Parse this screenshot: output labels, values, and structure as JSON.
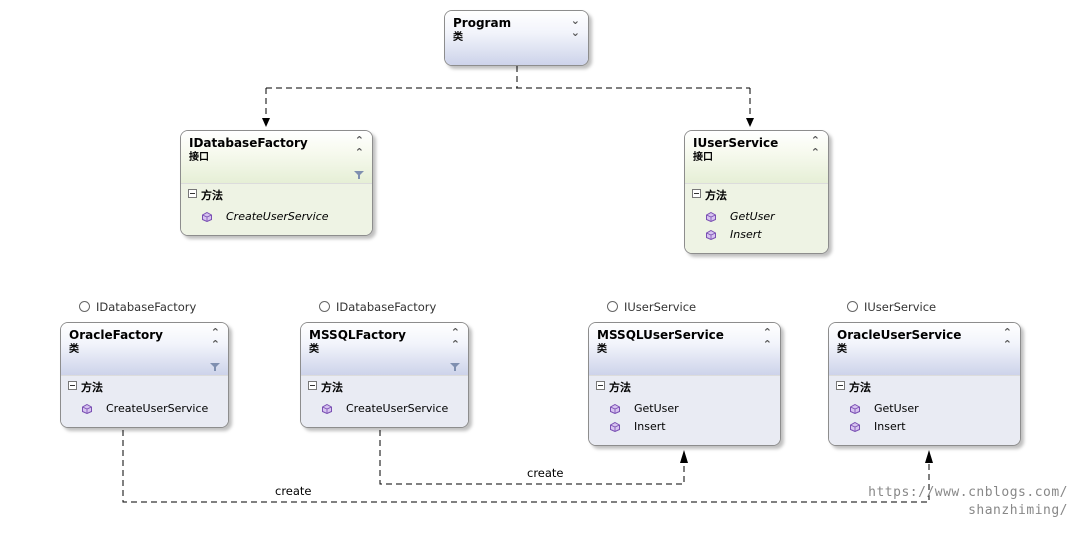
{
  "program": {
    "name": "Program",
    "stereotype": "类"
  },
  "idatabase_factory": {
    "name": "IDatabaseFactory",
    "stereotype": "接口",
    "section": "方法",
    "methods": [
      "CreateUserService"
    ]
  },
  "iuser_service": {
    "name": "IUserService",
    "stereotype": "接口",
    "section": "方法",
    "methods": [
      "GetUser",
      "Insert"
    ]
  },
  "oracle_factory": {
    "name": "OracleFactory",
    "stereotype": "类",
    "implements": "IDatabaseFactory",
    "section": "方法",
    "methods": [
      "CreateUserService"
    ]
  },
  "mssql_factory": {
    "name": "MSSQLFactory",
    "stereotype": "类",
    "implements": "IDatabaseFactory",
    "section": "方法",
    "methods": [
      "CreateUserService"
    ]
  },
  "mssql_user_service": {
    "name": "MSSQLUserService",
    "stereotype": "类",
    "implements": "IUserService",
    "section": "方法",
    "methods": [
      "GetUser",
      "Insert"
    ]
  },
  "oracle_user_service": {
    "name": "OracleUserService",
    "stereotype": "类",
    "implements": "IUserService",
    "section": "方法",
    "methods": [
      "GetUser",
      "Insert"
    ]
  },
  "edges": {
    "create_label_1": "create",
    "create_label_2": "create"
  },
  "watermark": {
    "line1": "https://www.cnblogs.com/",
    "line2": "shanzhiming/"
  },
  "icons": {
    "collapse": "double-chevron-icon",
    "filter": "filter-icon",
    "method": "method-cube-icon"
  }
}
